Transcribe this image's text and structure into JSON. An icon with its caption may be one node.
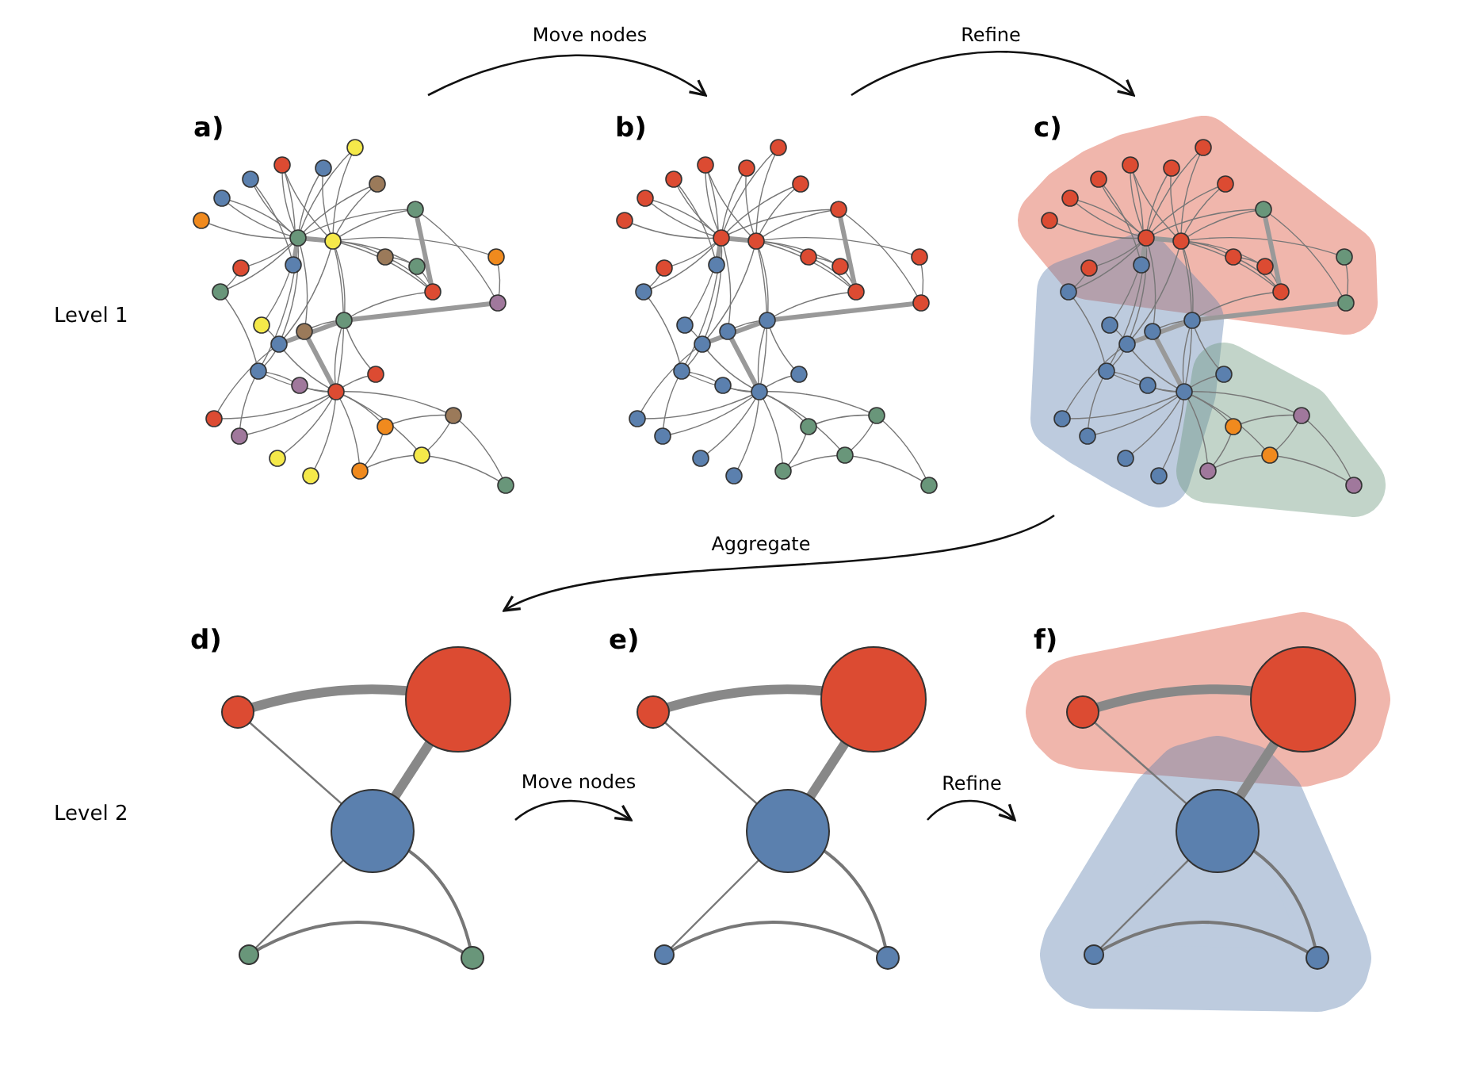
{
  "diagram": {
    "nodes": [
      {
        "text": [
          "a)"
        ]
      },
      {
        "text": [
          "b)"
        ]
      },
      {
        "text": [
          "c)"
        ]
      },
      {
        "text": [
          "d)"
        ]
      },
      {
        "text": [
          "e)"
        ]
      },
      {
        "text": [
          "f)"
        ]
      }
    ],
    "edges": [
      {
        "from": 0,
        "to": 1,
        "arrow": "to",
        "label": "Move nodes"
      },
      {
        "from": 1,
        "to": 2,
        "arrow": "to",
        "label": "Refine"
      },
      {
        "from": 2,
        "to": 3,
        "arrow": "to",
        "label": "Aggregate"
      },
      {
        "from": 3,
        "to": 4,
        "arrow": "to",
        "label": "Move nodes"
      },
      {
        "from": 4,
        "to": 5,
        "arrow": "to",
        "label": "Refine"
      }
    ],
    "labels": [
      "Level 1",
      "Level 2"
    ]
  }
}
